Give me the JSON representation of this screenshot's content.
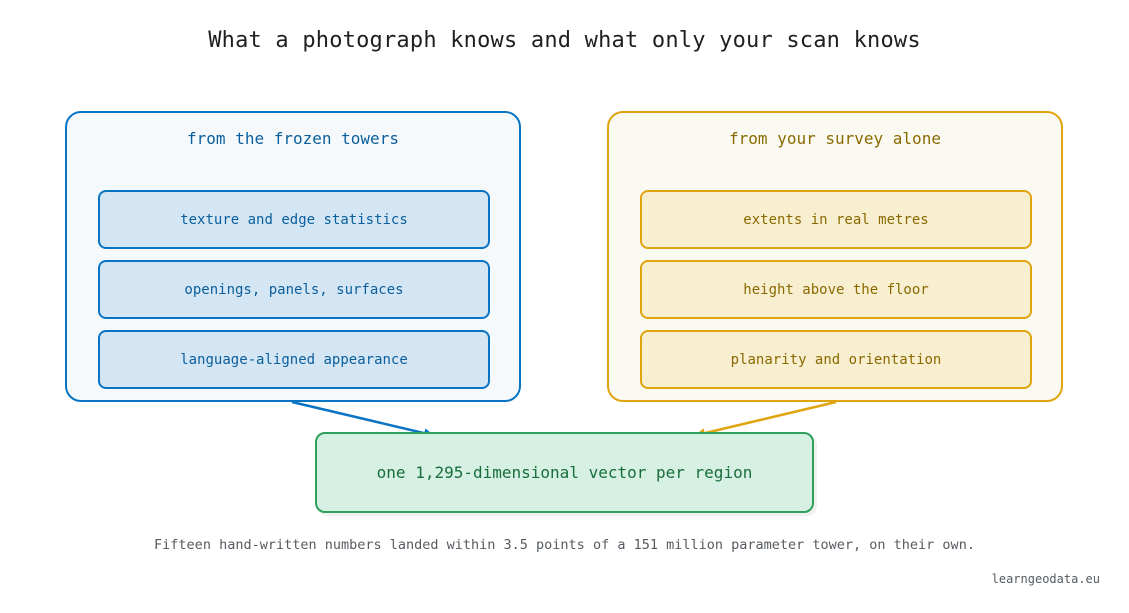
{
  "title": "What a photograph knows and what only your scan knows",
  "left_group": {
    "title": "from the frozen towers",
    "items": [
      "texture and edge statistics",
      "openings, panels, surfaces",
      "language-aligned appearance"
    ],
    "color": "#0a74c4"
  },
  "right_group": {
    "title": "from your survey alone",
    "items": [
      "extents in real metres",
      "height above the floor",
      "planarity and orientation"
    ],
    "color": "#e0a40f"
  },
  "result": {
    "label": "one 1,295-dimensional vector per region",
    "color": "#2ea05a"
  },
  "caption": "Fifteen hand-written numbers landed within 3.5 points of a 151 million parameter tower, on their own.",
  "credit": "learngeodata.eu"
}
